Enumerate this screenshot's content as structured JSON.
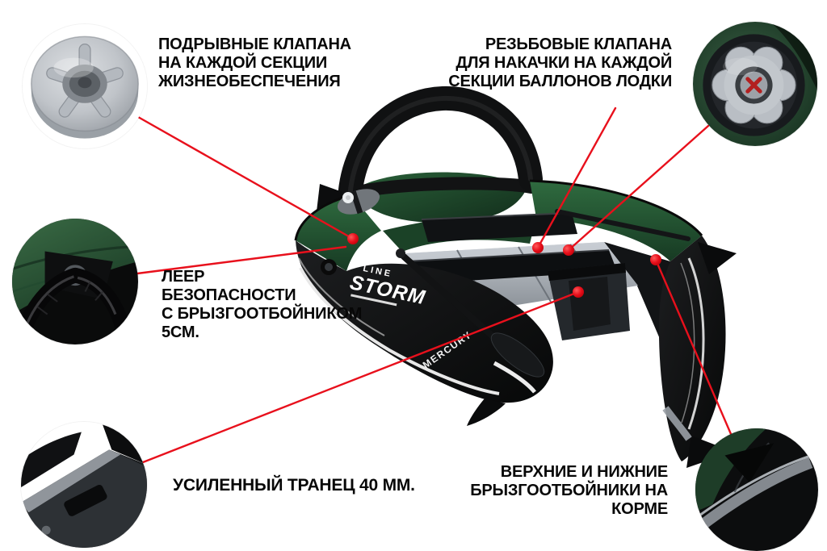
{
  "colors": {
    "callout_red": "#e8101c",
    "hull_green": "#2a6039",
    "hull_black": "#0d0e0f",
    "floor_gray": "#9aa0a8",
    "background": "#ffffff"
  },
  "callouts": {
    "blow_valves": {
      "label": "ПОДРЫВНЫЕ КЛАПАНА\nНА КАЖДОЙ СЕКЦИИ\nЖИЗНЕОБЕСПЕЧЕНИЯ"
    },
    "inflation_valves": {
      "label": "РЕЗЬБОВЫЕ КЛАПАНА\nДЛЯ НАКАЧКИ НА КАЖДОЙ\nСЕКЦИИ БАЛЛОНОВ ЛОДКИ"
    },
    "safety_line": {
      "label": "ЛЕЕР\nБЕЗОПАСНОСТИ\nС БРЫЗГООТБОЙНИКОМ\n5СМ."
    },
    "transom": {
      "label": "УСИЛЕННЫЙ ТРАНЕЦ 40 ММ."
    },
    "stern_spray_guards": {
      "label": "ВЕРХНИЕ И НИЖНИЕ\nБРЫЗГООТБОЙНИКИ НА КОРМЕ"
    }
  },
  "boat": {
    "brand_top": "LINE",
    "brand": "STORM",
    "motor_brand": "MERCURY"
  }
}
